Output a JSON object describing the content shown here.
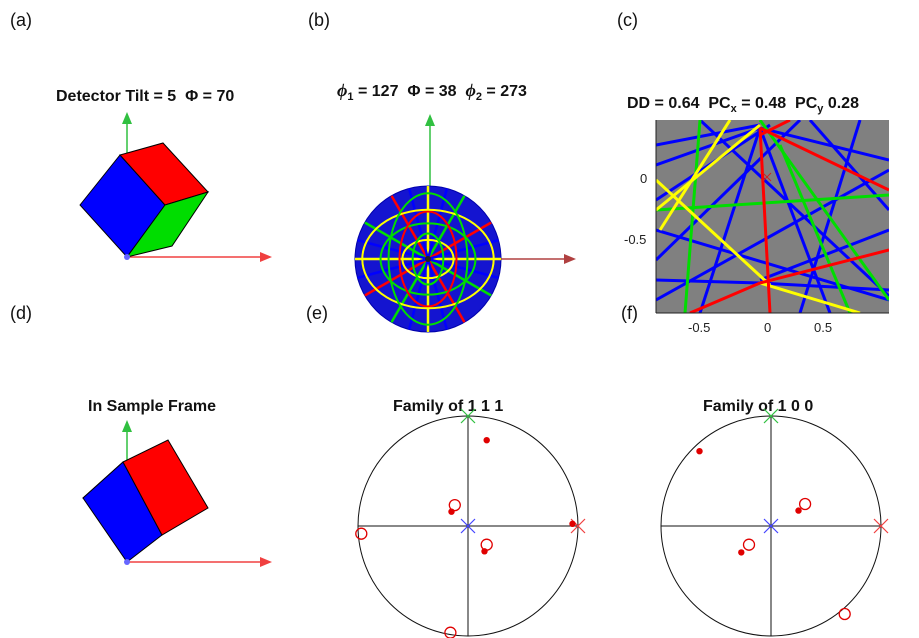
{
  "panels": {
    "a": {
      "label": "(a)",
      "title_prefix": "Detector Tilt = ",
      "tilt": "5",
      "title_mid": "Φ = ",
      "phi": "70"
    },
    "b": {
      "label": "(b)",
      "phi1_sym": "ϕ",
      "phi1_sub": "1",
      "phi1": "127",
      "big_phi_sym": "Φ",
      "big_phi": "38",
      "phi2_sym": "ϕ",
      "phi2_sub": "2",
      "phi2": "273"
    },
    "c": {
      "label": "(c)",
      "dd_text": "DD = 0.64",
      "pcx_text": "PC",
      "pcx_sub": "x",
      "pcx_val": "= 0.48",
      "pcy_text": "PC",
      "pcy_sub": "y",
      "pcy_val": "0.28",
      "yticks": [
        "0",
        "-0.5"
      ],
      "xticks": [
        "-0.5",
        "0",
        "0.5"
      ]
    },
    "d": {
      "label": "(d)",
      "title": "In Sample Frame"
    },
    "e": {
      "label": "(e)",
      "title": "Family of  1 1 1"
    },
    "f": {
      "label": "(f)",
      "title": "Family of  1 0 0"
    }
  },
  "colors": {
    "red": "#ff0000",
    "green": "#00dd00",
    "blue": "#0000ff",
    "yellow": "#ffff00",
    "gray": "#808080",
    "axis_red": "#f04040",
    "axis_green": "#30c040"
  },
  "pole_figures": {
    "e": {
      "filled": [
        [
          0.17,
          0.78
        ],
        [
          -0.15,
          0.13
        ],
        [
          0.95,
          0.02
        ],
        [
          0.15,
          -0.23
        ]
      ],
      "open": [
        [
          -0.12,
          0.19
        ],
        [
          -0.97,
          -0.07
        ],
        [
          0.17,
          -0.17
        ],
        [
          -0.16,
          -0.97
        ]
      ]
    },
    "f": {
      "filled": [
        [
          -0.65,
          0.68
        ],
        [
          0.25,
          0.14
        ],
        [
          -0.27,
          -0.24
        ]
      ],
      "open": [
        [
          0.31,
          0.2
        ],
        [
          -0.2,
          -0.17
        ],
        [
          0.67,
          -0.8
        ]
      ]
    }
  }
}
